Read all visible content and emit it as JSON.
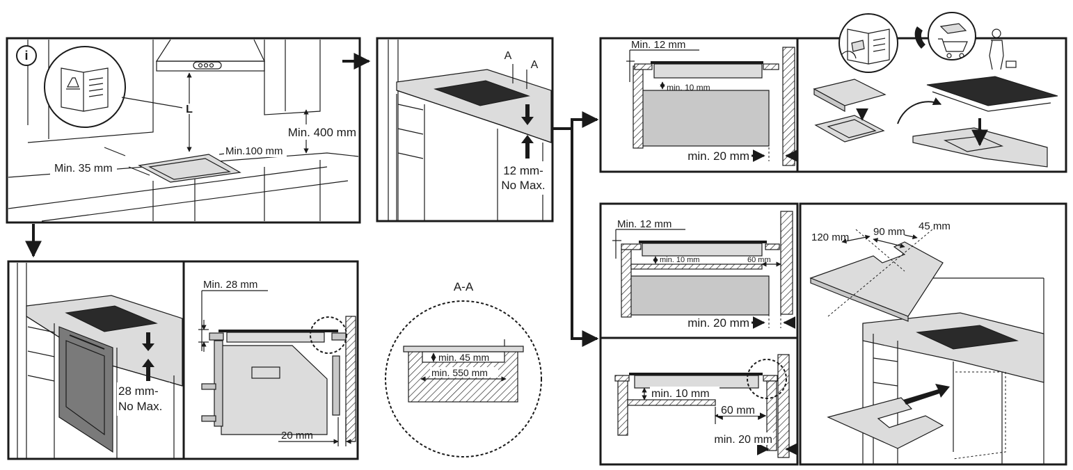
{
  "info": {
    "badge": "i"
  },
  "panel1": {
    "hood_label": "L",
    "min_400": "Min. 400 mm",
    "min_100": "Min.100 mm",
    "min_35": "Min. 35 mm"
  },
  "panel2": {
    "section_a_left": "A",
    "section_a_right": "A",
    "thickness_line1": "12 mm-",
    "thickness_line2": "No Max."
  },
  "panel3": {
    "min_12": "Min. 12 mm",
    "min_10": "min. 10 mm",
    "min_20": "min. 20 mm"
  },
  "panel4": {
    "min_12": "Min. 12 mm",
    "min_10": "min. 10 mm",
    "d_60": "60 mm",
    "min_20": "min. 20 mm"
  },
  "panel5": {
    "min_10": "min. 10 mm",
    "d_60": "60 mm",
    "min_20": "min. 20 mm"
  },
  "panel6": {
    "d_120": "120 mm",
    "d_90": "90 mm",
    "d_45": "45 mm"
  },
  "panel7": {
    "thickness_line1": "28 mm-",
    "thickness_line2": "No Max."
  },
  "panel8": {
    "min_28": "Min. 28 mm",
    "d_20": "20 mm"
  },
  "section_aa": {
    "title": "A-A",
    "min_45": "min. 45 mm",
    "min_550": "min. 550 mm"
  },
  "colors": {
    "line": "#1a1a1a",
    "surface": "#c8c8c8",
    "hob": "#2a2a2a"
  }
}
